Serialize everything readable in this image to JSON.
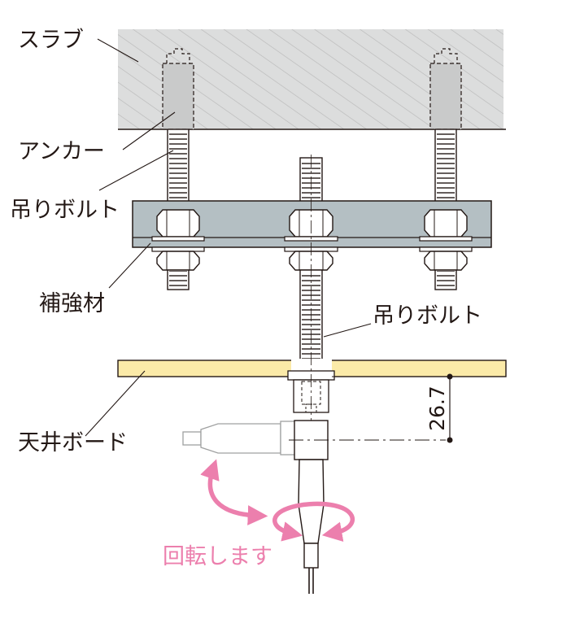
{
  "labels": {
    "slab": "スラブ",
    "anchor": "アンカー",
    "hanging_bolt_left": "吊りボルト",
    "reinforcement": "補強材",
    "hanging_bolt_right": "吊りボルト",
    "ceiling_board": "天井ボード",
    "rotate": "回転します"
  },
  "dimension": {
    "value": "26.7"
  },
  "colors": {
    "line": "#231815",
    "slab_fill": "#dcdddd",
    "anchor_fill": "#c9caca",
    "reinforcement_fill": "#b4bfc3",
    "board_fill": "#fbeaa8",
    "bolt_fill": "#ffffff",
    "rotate_accent": "#ec7fad"
  }
}
